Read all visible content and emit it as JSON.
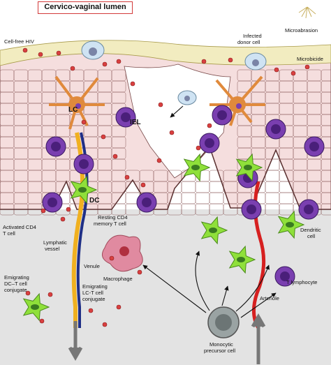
{
  "title": "Cervico-vaginal lumen",
  "labels": {
    "cell_free_hiv": "Cell-free HIV",
    "microabrasion": "Microabrasion",
    "infected_donor": [
      "Infected",
      "donor cell"
    ],
    "microbicide": "Microbicide",
    "lc": "LC",
    "iel": "IEL",
    "dc": "DC",
    "activated_cd4": [
      "Activated CD4",
      "T cell"
    ],
    "resting_cd4": [
      "Resting CD4",
      "memory T cell"
    ],
    "lymphatic_vessel": [
      "Lymphatic",
      "vessel"
    ],
    "venule": "Venule",
    "macrophage": "Macrophage",
    "dendritic_cell": [
      "Dendritic",
      "cell"
    ],
    "emigrating_dc_t": [
      "Emigrating",
      "DC–T cell",
      "conjugate"
    ],
    "emigrating_lc_t": [
      "Emigrating",
      "LC-T cell",
      "conjugate"
    ],
    "arteriole": "Arteriole",
    "t_lymphocyte": "T lymphocyte",
    "monocytic_precursor": [
      "Monocytic",
      "precursor cell"
    ]
  },
  "colors": {
    "lumen_mucus": "#f2ecc0",
    "epithelium_cell": "#f5dede",
    "epithelium_outline": "#7a4a4a",
    "submucosa": "#e3e3e3",
    "langerhans_cell": "#e08a3c",
    "t_cell": "#7a3fb0",
    "dendritic_cell": "#8fe03a",
    "macrophage": "#e08aa0",
    "monocyte": "#9aa3a3",
    "virus": "#d94040",
    "lymphatic": "#f0b020",
    "venule": "#1f2f86",
    "arteriole": "#d62020",
    "title_border": "#d23a3a"
  }
}
